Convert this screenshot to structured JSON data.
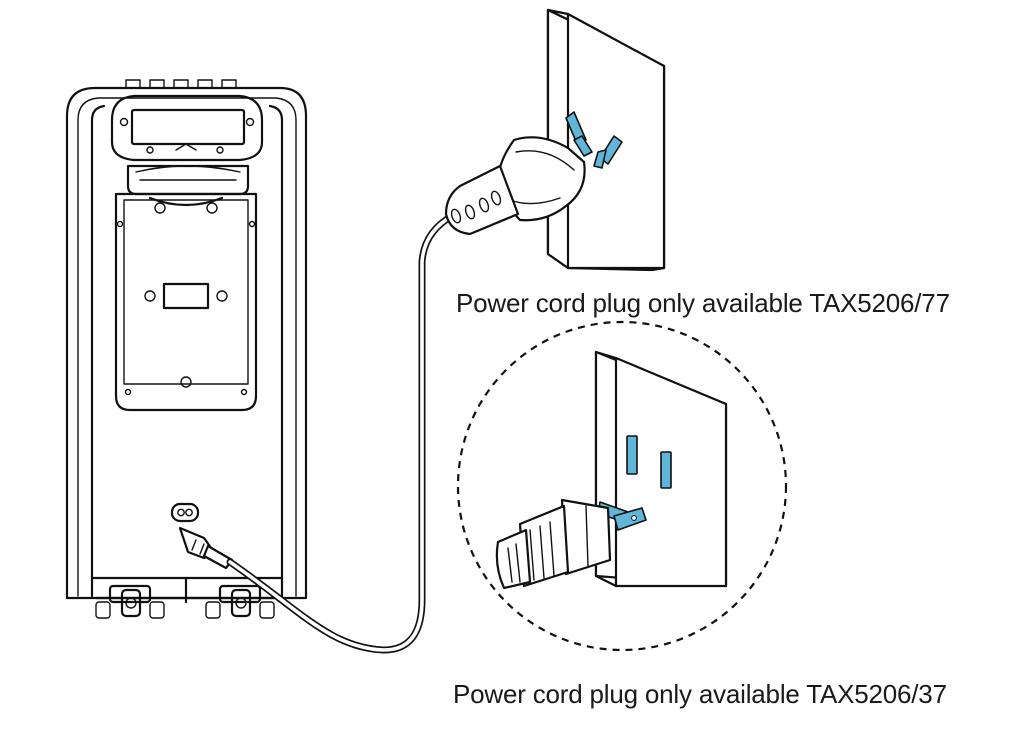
{
  "figure": {
    "captions": {
      "tax5206_77": "Power cord plug only available TAX5206/77",
      "tax5206_37": "Power cord plug only available TAX5206/37"
    },
    "colors": {
      "line": "#111111",
      "prong_blue": "#5fb6d9",
      "background": "#ffffff"
    },
    "icons": {
      "speaker": "party-speaker-rear-view",
      "ac_inlet": "figure-8-power-inlet-icon",
      "plug_angled": "type-i-plug-icon",
      "plug_us": "type-a-plug-icon",
      "outlet_angled": "angled-slot-wall-outlet-icon",
      "outlet_us": "parallel-slot-wall-outlet-icon"
    }
  }
}
